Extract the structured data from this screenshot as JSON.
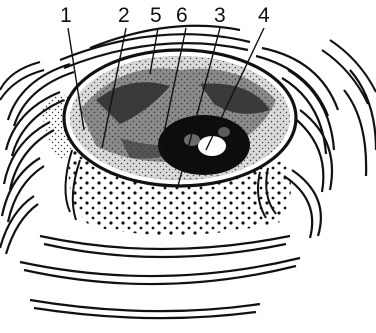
{
  "figure": {
    "labels": [
      {
        "id": "label-1",
        "text": "1"
      },
      {
        "id": "label-2",
        "text": "2"
      },
      {
        "id": "label-5",
        "text": "5"
      },
      {
        "id": "label-6",
        "text": "6"
      },
      {
        "id": "label-3",
        "text": "3"
      },
      {
        "id": "label-4",
        "text": "4"
      }
    ]
  }
}
